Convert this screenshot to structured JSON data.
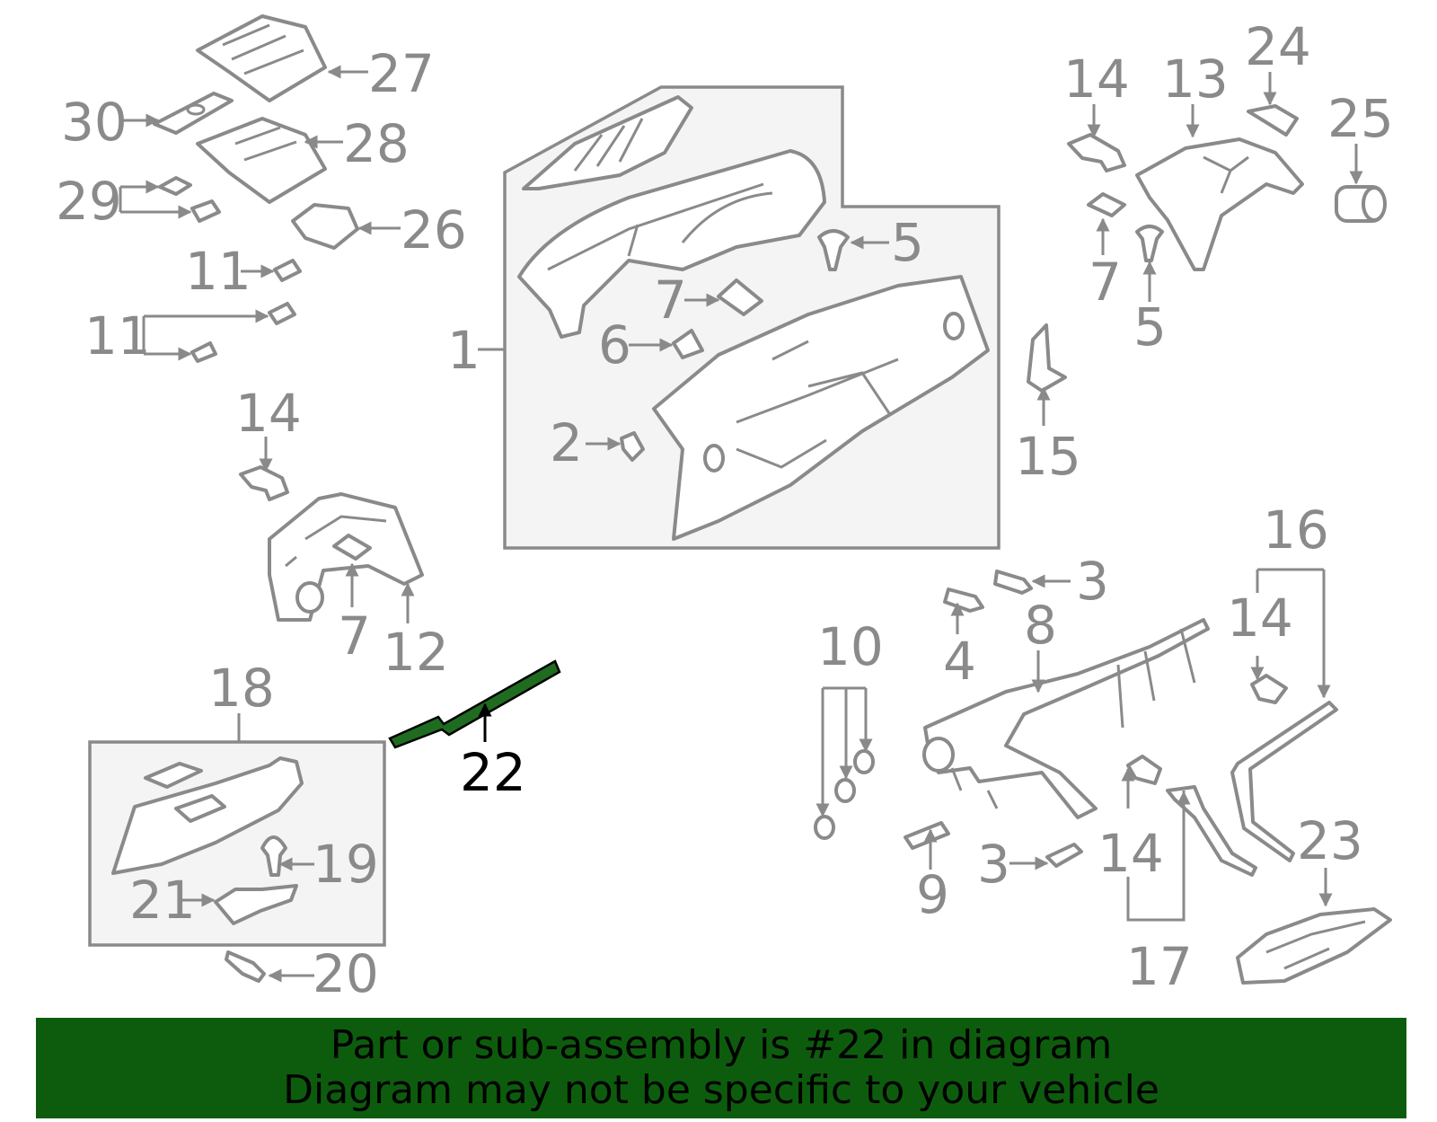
{
  "colors": {
    "banner_bg": "#0d5c0d",
    "highlight_part": "#1f6b1f",
    "line_gray": "#8a8a8a",
    "text_black": "#000000"
  },
  "callouts": {
    "c1": "1",
    "c2": "2",
    "c3a": "3",
    "c3b": "3",
    "c4": "4",
    "c5a": "5",
    "c5b": "5",
    "c6": "6",
    "c7a": "7",
    "c7b": "7",
    "c7c": "7",
    "c8": "8",
    "c9": "9",
    "c10": "10",
    "c11a": "11",
    "c11b": "11",
    "c12": "12",
    "c13": "13",
    "c14a": "14",
    "c14b": "14",
    "c14c": "14",
    "c14d": "14",
    "c15": "15",
    "c16": "16",
    "c17": "17",
    "c18": "18",
    "c19": "19",
    "c20": "20",
    "c21": "21",
    "c22": "22",
    "c23": "23",
    "c24": "24",
    "c25": "25",
    "c26": "26",
    "c27": "27",
    "c28": "28",
    "c29": "29",
    "c30": "30"
  },
  "highlighted_part": "22",
  "banner": {
    "line1": "Part or sub-assembly is #22 in diagram",
    "line2": "Diagram may not be specific to your vehicle"
  }
}
